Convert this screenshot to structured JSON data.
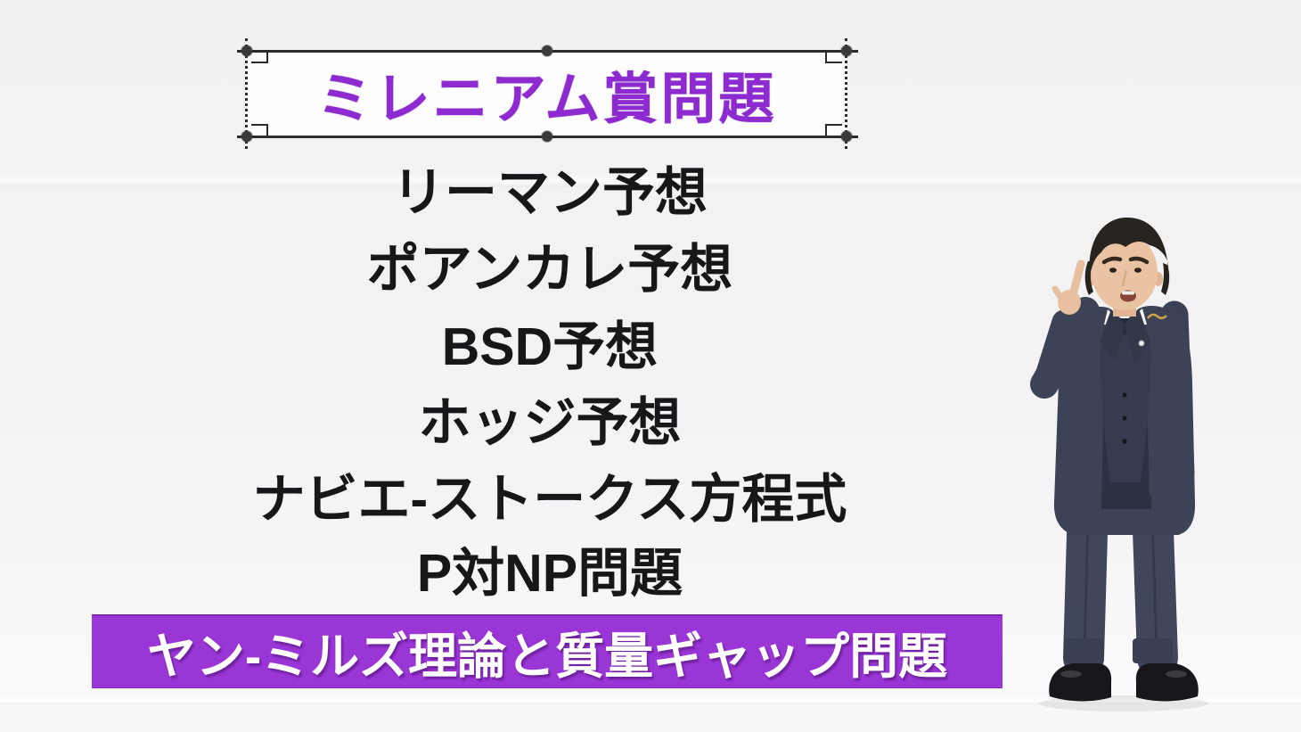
{
  "title": {
    "text": "ミレニアム賞問題"
  },
  "problems": [
    "リーマン予想",
    "ポアンカレ予想",
    "BSD予想",
    "ホッジ予想",
    "ナビエ-ストークス方程式",
    "P対NP問題"
  ],
  "highlight": {
    "text": "ヤン-ミルズ理論と質量ギャップ問題"
  },
  "colors": {
    "accent_purple": "#9a35d6",
    "title_purple": "#8e2bd0",
    "text_black": "#17171a",
    "banner_text": "#ffffff",
    "background": "#f3f3f5"
  },
  "presenter": {
    "description": "man in navy three-piece suit pointing upward"
  }
}
